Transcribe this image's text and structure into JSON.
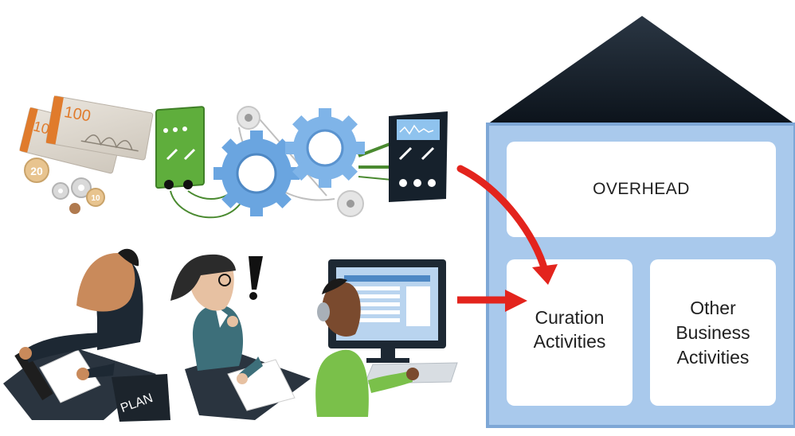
{
  "house": {
    "overhead": "OVERHEAD",
    "curation": "Curation Activities",
    "other": "Other Business Activities"
  },
  "money": {
    "note_value": "100",
    "note_partial": "10",
    "coin_large": "20",
    "coin_small": "10"
  },
  "plan_folder_text": "PLAN",
  "colors": {
    "house_wall": "#a9c9ec",
    "house_border": "#7ea7d6",
    "roof": "#111a24",
    "arrow": "#e3241d",
    "gear": "#6aa5e0",
    "panel_green": "#5fae3c"
  }
}
